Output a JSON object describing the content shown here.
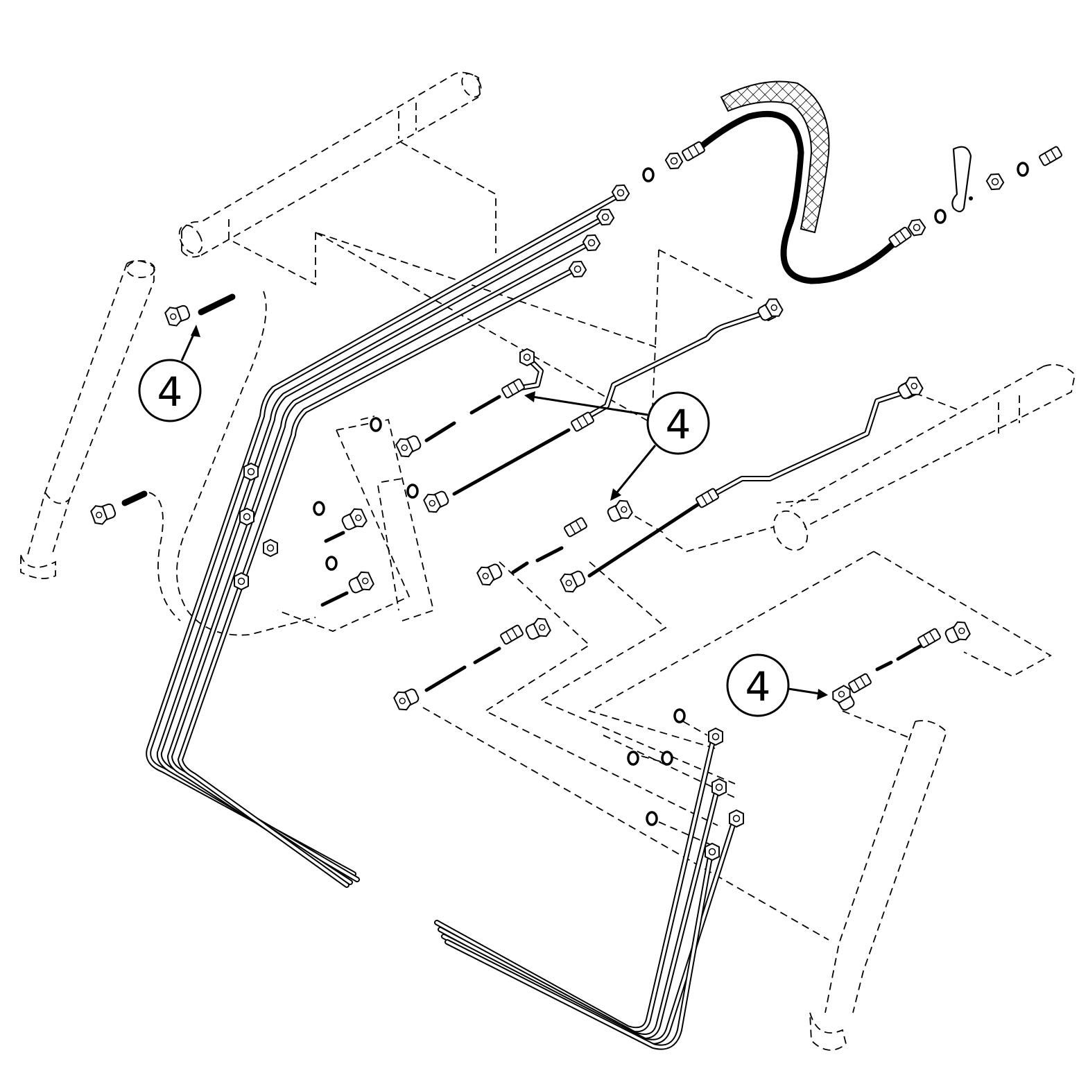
{
  "diagram": {
    "callouts": [
      {
        "id": "callout-upper-left",
        "label": "4"
      },
      {
        "id": "callout-center-right",
        "label": "4"
      },
      {
        "id": "callout-lower-right",
        "label": "4"
      }
    ]
  }
}
